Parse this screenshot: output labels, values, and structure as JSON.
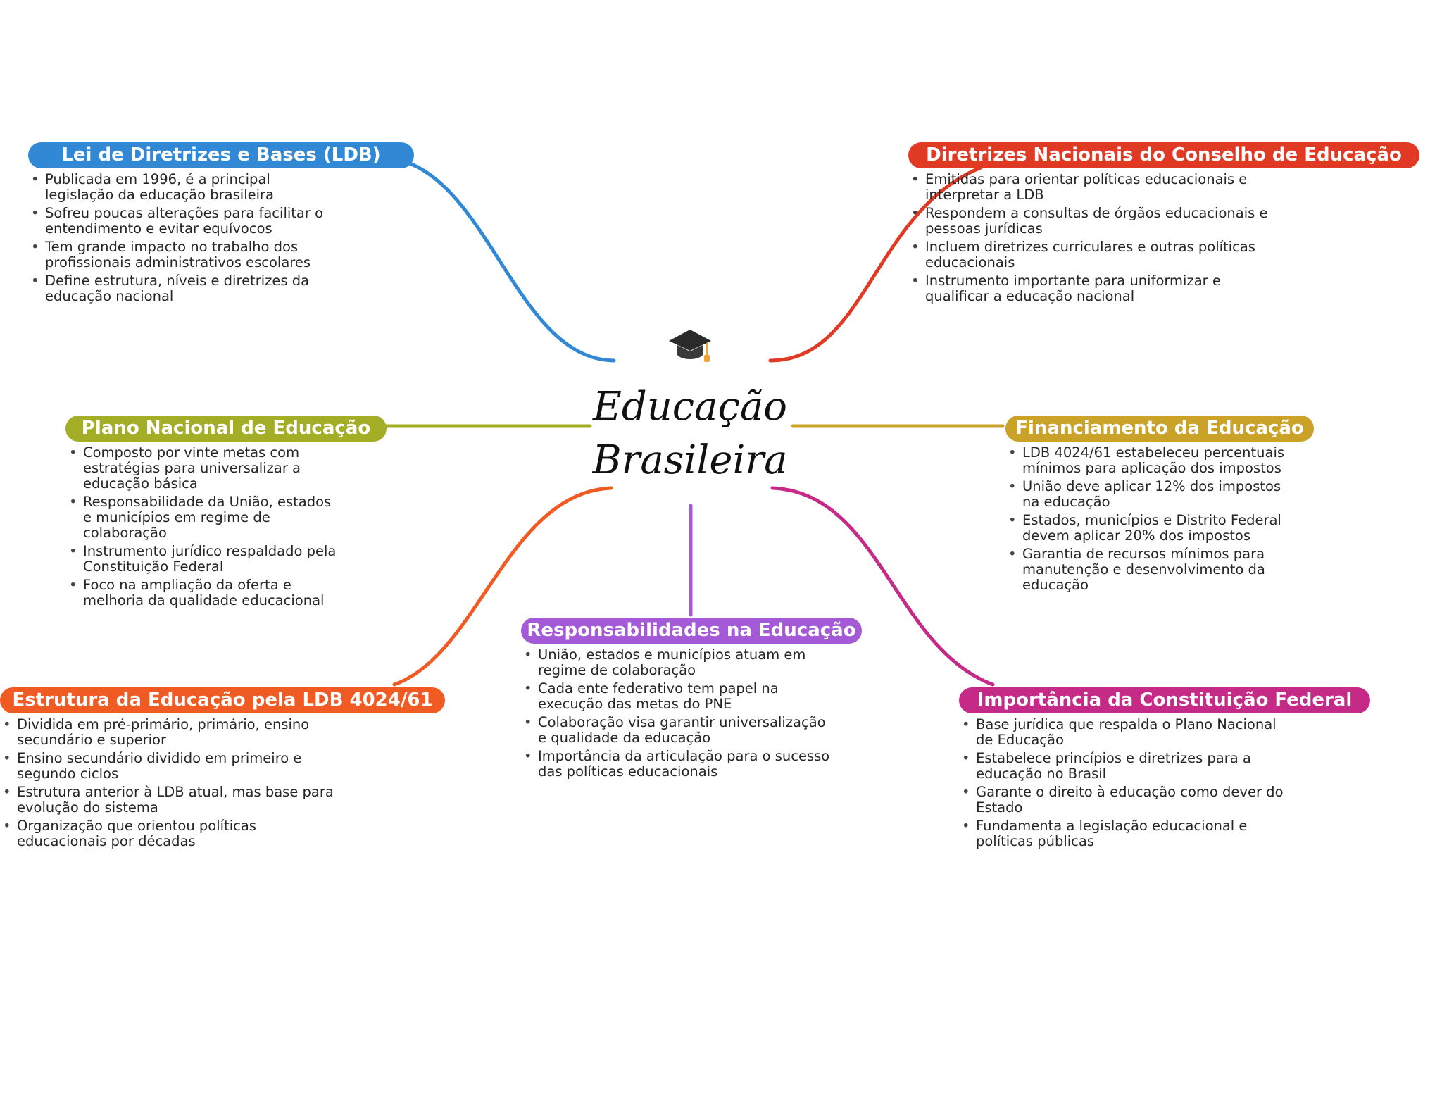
{
  "center": {
    "title_line1": "Educação",
    "title_line2": "Brasileira",
    "icon": "graduation-cap-icon"
  },
  "branches": [
    {
      "id": "ldb",
      "title": "Lei de Diretrizes e Bases (LDB)",
      "color": "#3189d6",
      "bullets": [
        "Publicada em 1996, é a principal legislação da educação brasileira",
        "Sofreu poucas alterações para facilitar o entendimento e evitar equívocos",
        "Tem grande impacto no trabalho dos profissionais administrativos escolares",
        "Define estrutura, níveis e diretrizes da educação nacional"
      ]
    },
    {
      "id": "diretrizes",
      "title": "Diretrizes Nacionais do Conselho de Educação",
      "color": "#e03a24",
      "bullets": [
        "Emitidas para orientar políticas educacionais e interpretar a LDB",
        "Respondem a consultas de órgãos educacionais e pessoas jurídicas",
        "Incluem diretrizes curriculares e outras políticas educacionais",
        "Instrumento importante para uniformizar e qualificar a educação nacional"
      ]
    },
    {
      "id": "pne",
      "title": "Plano Nacional de Educação",
      "color": "#a3ad25",
      "bullets": [
        "Composto por vinte metas com estratégias para universalizar a educação básica",
        "Responsabilidade da União, estados e municípios em regime de colaboração",
        "Instrumento jurídico respaldado pela Constituição Federal",
        "Foco na ampliação da oferta e melhoria da qualidade educacional"
      ]
    },
    {
      "id": "financiamento",
      "title": "Financiamento da Educação",
      "color": "#c9a227",
      "bullets": [
        "LDB 4024/61 estabeleceu percentuais mínimos para aplicação dos impostos",
        "União deve aplicar 12% dos impostos na educação",
        "Estados, municípios e Distrito Federal devem aplicar 20% dos impostos",
        "Garantia de recursos mínimos para manutenção e desenvolvimento da educação"
      ]
    },
    {
      "id": "responsabilidades",
      "title": "Responsabilidades na Educação",
      "color": "#a45ad6",
      "bullets": [
        "União, estados e municípios atuam em regime de colaboração",
        "Cada ente federativo tem papel na execução das metas do PNE",
        "Colaboração visa garantir universalização e qualidade da educação",
        "Importância da articulação para o sucesso das políticas educacionais"
      ]
    },
    {
      "id": "estrutura",
      "title": "Estrutura da Educação pela LDB 4024/61",
      "color": "#f05a23",
      "bullets": [
        "Dividida em pré-primário, primário, ensino secundário e superior",
        "Ensino secundário dividido em primeiro e segundo ciclos",
        "Estrutura anterior à LDB atual, mas base para evolução do sistema",
        "Organização que orientou políticas educacionais por décadas"
      ]
    },
    {
      "id": "constituicao",
      "title": "Importância da Constituição Federal",
      "color": "#c62a87",
      "bullets": [
        "Base jurídica que respalda o Plano Nacional de Educação",
        "Estabelece princípios e diretrizes para a educação no Brasil",
        "Garante o direito à educação como dever do Estado",
        "Fundamenta a legislação educacional e políticas públicas"
      ]
    }
  ]
}
